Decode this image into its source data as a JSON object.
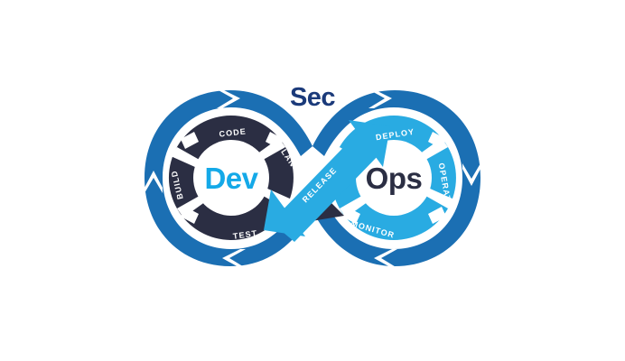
{
  "diagram": {
    "title": "DevSecOps infinity loop",
    "type": "infinity-loop-lifecycle",
    "background_color": "#ffffff",
    "center_top_label": "Sec",
    "left_lobe_label": "Dev",
    "right_lobe_label": "Ops",
    "bridge_label": "RELEASE"
  },
  "colors": {
    "outer_ring_blue": "#1B6FB3",
    "dev_dark_navy": "#2B2E43",
    "ops_cyan": "#29ABE2",
    "label_white": "#ffffff",
    "sec_navy": "#1B3A7A",
    "dev_cyan": "#14A9E8",
    "ops_navy": "#2B2E43",
    "background": "#ffffff"
  },
  "dev_stages": [
    {
      "label": "CODE",
      "position": "top",
      "color": "#2B2E43"
    },
    {
      "label": "PLAN",
      "position": "right",
      "color": "#2B2E43"
    },
    {
      "label": "TEST",
      "position": "bottom",
      "color": "#2B2E43"
    },
    {
      "label": "BUILD",
      "position": "left",
      "color": "#2B2E43"
    }
  ],
  "ops_stages": [
    {
      "label": "DEPLOY",
      "position": "top",
      "color": "#29ABE2"
    },
    {
      "label": "OPERATE",
      "position": "right",
      "color": "#29ABE2"
    },
    {
      "label": "MONITOR",
      "position": "bottom",
      "color": "#29ABE2"
    },
    {
      "label": "RELEASE",
      "position": "bridge",
      "color": "#29ABE2"
    }
  ],
  "chart_data": {
    "type": "diagram",
    "title": "DevSecOps",
    "segments": [
      "CODE",
      "PLAN",
      "RELEASE",
      "DEPLOY",
      "OPERATE",
      "MONITOR",
      "TEST",
      "BUILD"
    ]
  }
}
